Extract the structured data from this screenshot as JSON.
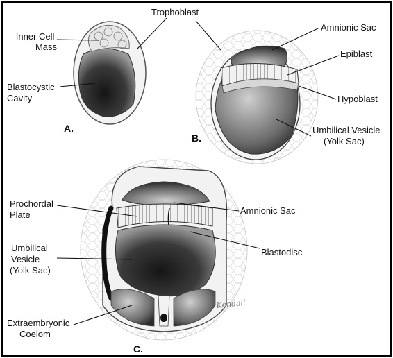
{
  "panels": {
    "a": "A.",
    "b": "B.",
    "c": "C."
  },
  "labels": {
    "a": {
      "inner_cell_mass": [
        "Inner Cell",
        "Mass"
      ],
      "trophoblast": "Trophoblast",
      "blastocystic_cavity": [
        "Blastocystic",
        "Cavity"
      ]
    },
    "b": {
      "amnionic_sac": "Amnionic Sac",
      "epiblast": "Epiblast",
      "hypoblast": "Hypoblast",
      "umbilical_vesicle": [
        "Umbilical Vesicle",
        "(Yolk Sac)"
      ]
    },
    "c": {
      "prochordal_plate": [
        "Prochordal",
        "Plate"
      ],
      "amnionic_sac": "Amnionic Sac",
      "umbilical_vesicle": [
        "Umbilical",
        "Vesicle",
        "(Yolk Sac)"
      ],
      "blastodisc": "Blastodisc",
      "extraembryonic_coelom": [
        "Extraembryonic",
        "Coelom"
      ]
    }
  },
  "signature": "Kendall",
  "colors": {
    "ink": "#111111",
    "cavity_dark": "#1e1e1e",
    "cavity_mid": "#7a7a7a",
    "tissue_light": "#ececec",
    "membrane": "#b9b9b9"
  }
}
